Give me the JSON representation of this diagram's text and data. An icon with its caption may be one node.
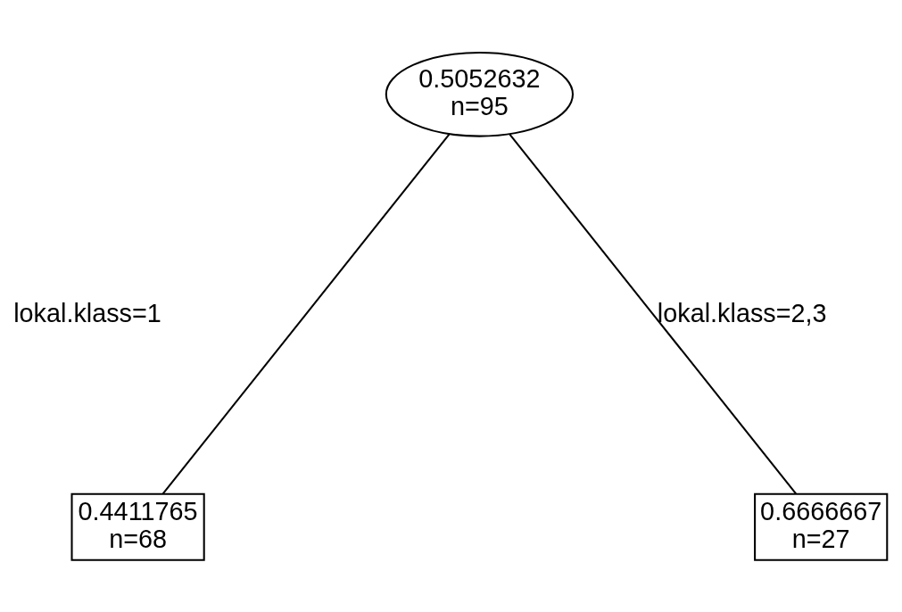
{
  "diagram": {
    "nodes": [
      {
        "text": [
          "0.5052632",
          "n=95"
        ]
      },
      {
        "text": [
          "0.4411765",
          "n=68"
        ]
      },
      {
        "text": [
          "0.6666667",
          "n=27"
        ]
      }
    ],
    "edges": [
      {
        "from": 0,
        "to": 1,
        "arrow": "none",
        "label": "lokal.klass=1"
      },
      {
        "from": 0,
        "to": 2,
        "arrow": "none",
        "label": "lokal.klass=2,3"
      }
    ]
  }
}
